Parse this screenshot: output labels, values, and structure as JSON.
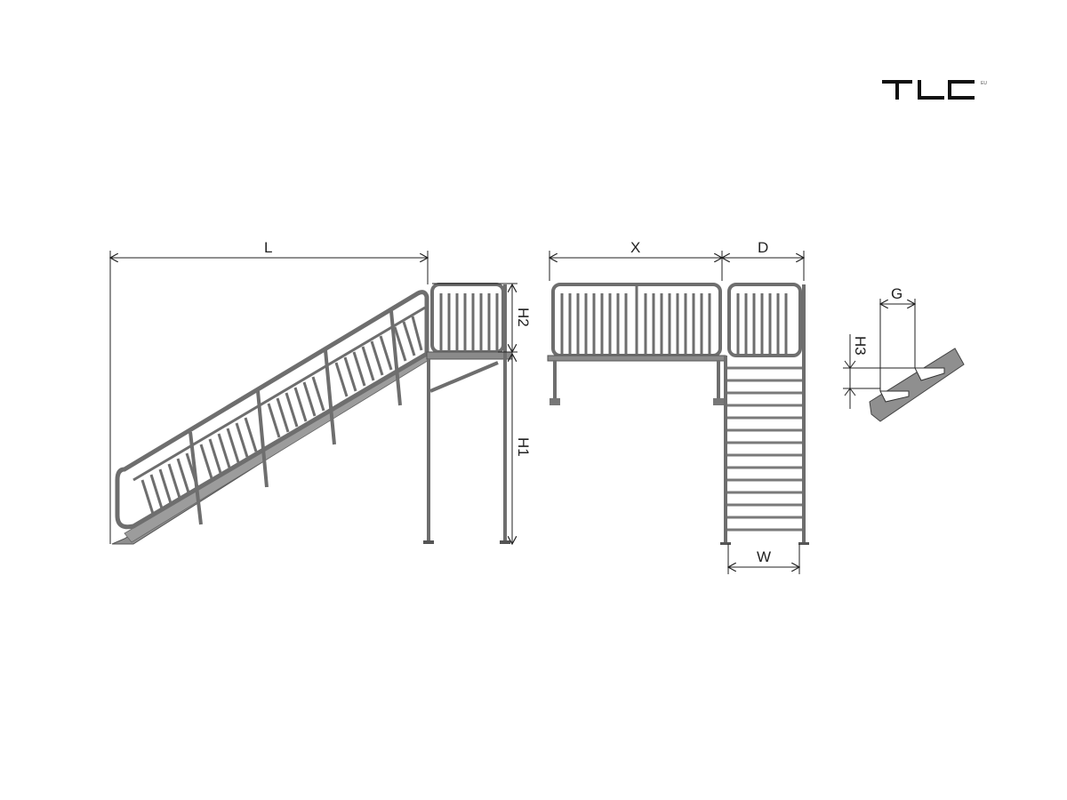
{
  "logo": {
    "text": "TLC",
    "mark": "EU"
  },
  "views": {
    "side": {
      "dims": {
        "length": "L",
        "h_platform_rail": "H2",
        "h_platform": "H1"
      }
    },
    "front": {
      "dims": {
        "platform_width": "X",
        "depth": "D",
        "stair_width": "W"
      }
    },
    "detail": {
      "dims": {
        "going": "G",
        "rise": "H3"
      }
    }
  },
  "colors": {
    "line": "#222222",
    "frame": "#6e6e6e",
    "fill": "#8a8a8a",
    "tread": "#9a9a9a"
  }
}
